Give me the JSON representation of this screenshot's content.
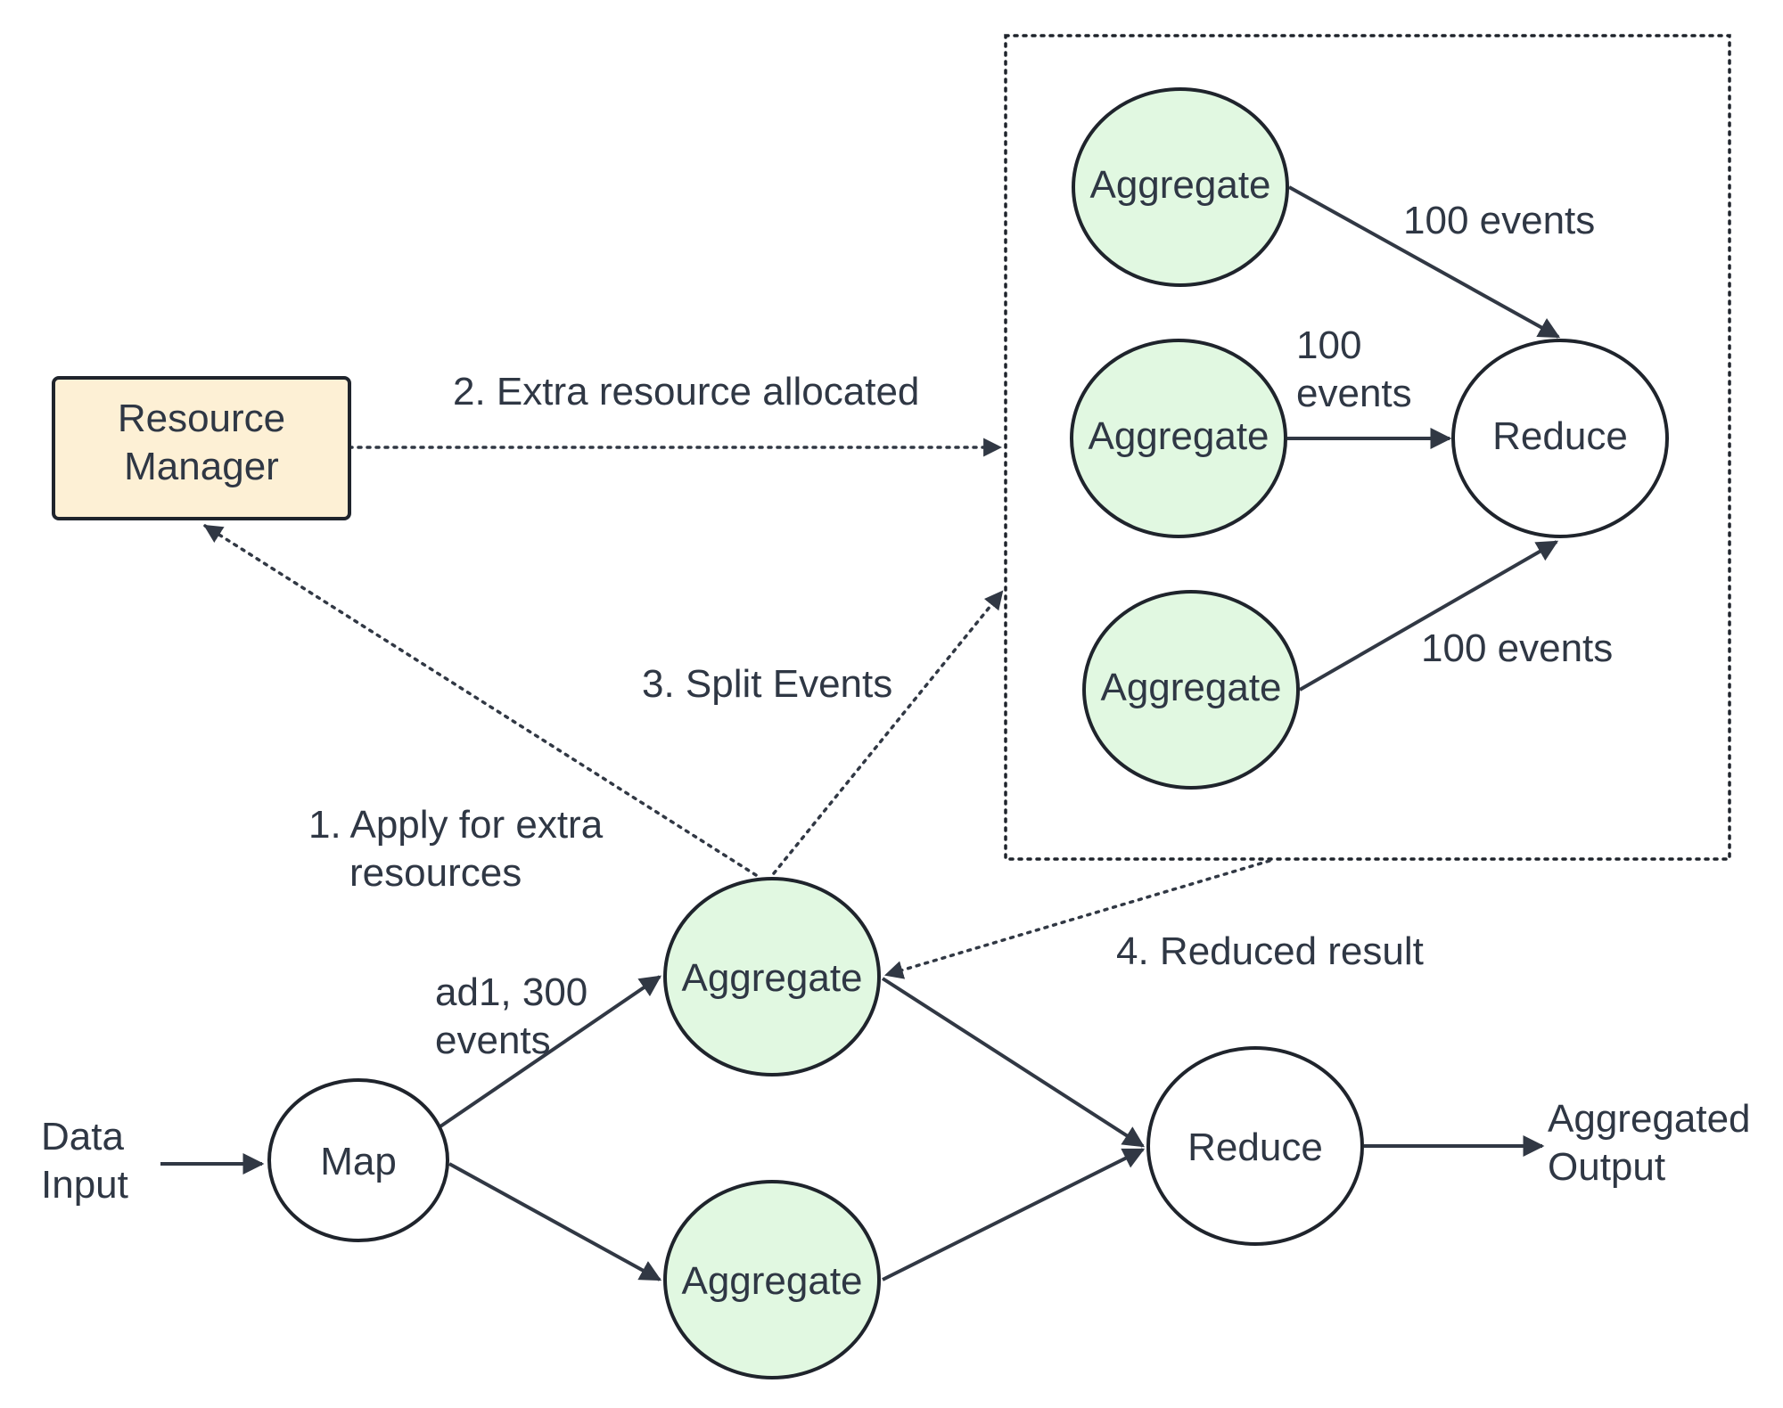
{
  "colors": {
    "aggregate_fill": "#e1f8e1",
    "resource_manager_fill": "#fdf0d5",
    "plain_fill": "#ffffff",
    "stroke": "#1f242c",
    "text": "#2f3744"
  },
  "nodes": {
    "resource_manager": [
      "Resource",
      "Manager"
    ],
    "map": "Map",
    "aggregate_main": "Aggregate",
    "aggregate_lower": "Aggregate",
    "reduce_main": "Reduce",
    "cluster_aggregate_1": "Aggregate",
    "cluster_aggregate_2": "Aggregate",
    "cluster_aggregate_3": "Aggregate",
    "cluster_reduce": "Reduce"
  },
  "labels": {
    "data_input": [
      "Data",
      "Input"
    ],
    "aggregated_output": [
      "Aggregated",
      "Output"
    ],
    "apply_resources": [
      "1. Apply for extra",
      "resources"
    ],
    "extra_allocated": "2. Extra resource allocated",
    "split_events": "3. Split Events",
    "reduced_result": "4. Reduced result",
    "ad1_events": [
      "ad1, 300",
      "events"
    ],
    "events_top": "100 events",
    "events_mid": [
      "100",
      "events"
    ],
    "events_bottom": "100 events"
  }
}
